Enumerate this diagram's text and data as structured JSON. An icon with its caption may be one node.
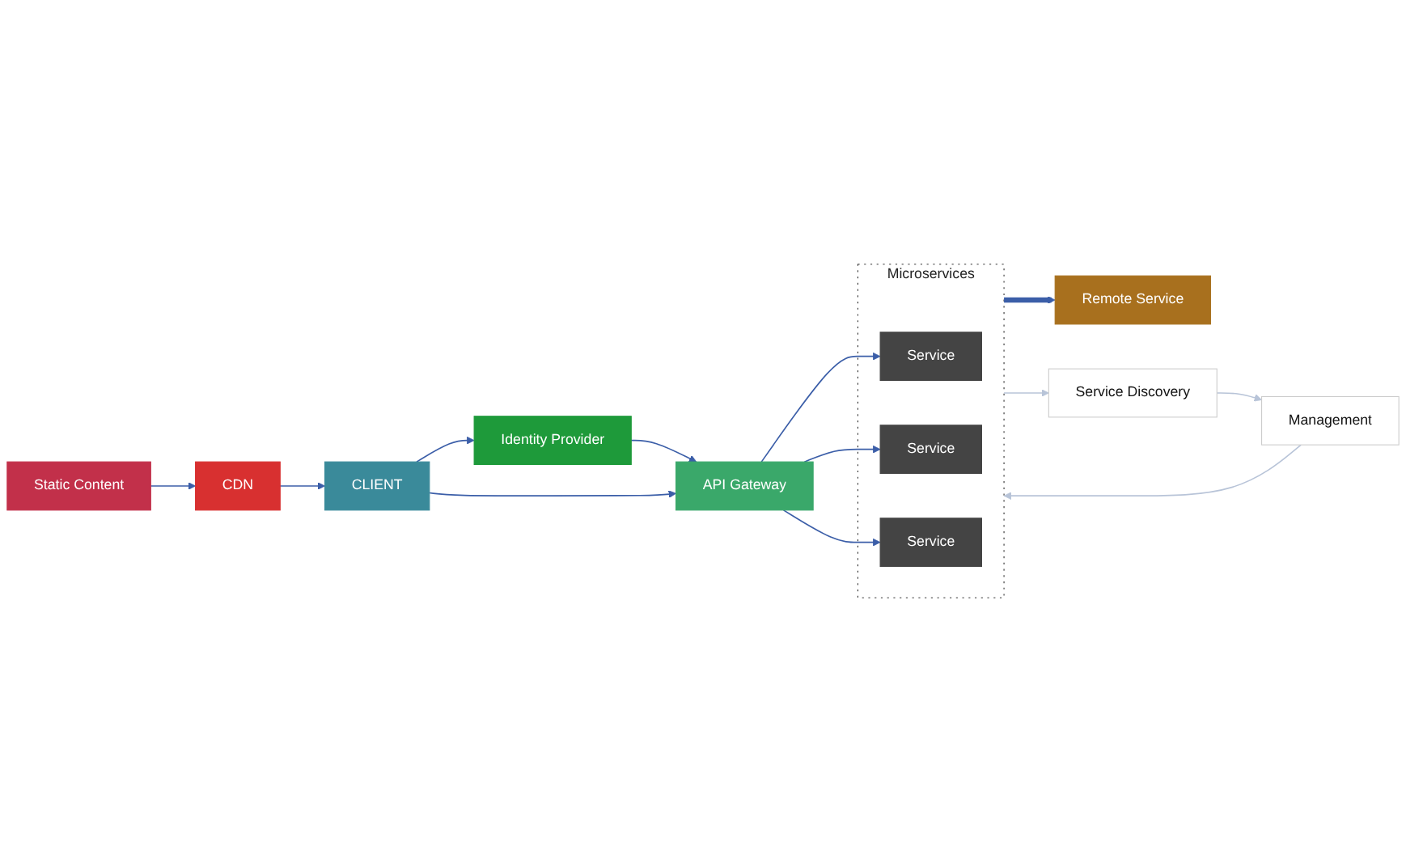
{
  "diagram": {
    "nodes": [
      {
        "text": [
          "CLIENT"
        ]
      },
      {
        "text": [
          "Identity Provider"
        ]
      },
      {
        "text": [
          "API Gateway"
        ]
      },
      {
        "text": [
          "Microservices"
        ]
      },
      {
        "text": [
          "Service"
        ],
        "in": 3
      },
      {
        "text": [
          "Service"
        ],
        "in": 3
      },
      {
        "text": [
          "Service"
        ],
        "in": 3
      },
      {
        "text": [
          "Remote Service"
        ]
      },
      {
        "text": [
          "CDN"
        ]
      },
      {
        "text": [
          "Static Content"
        ]
      },
      {
        "text": [
          "Management"
        ]
      },
      {
        "text": [
          "Service Discovery"
        ]
      }
    ],
    "edges": [
      {
        "from": 0,
        "to": 1,
        "arrow": "to"
      },
      {
        "from": 1,
        "to": 2,
        "arrow": "to"
      },
      {
        "from": 0,
        "to": 2,
        "arrow": "to"
      },
      {
        "from": 2,
        "to": 4,
        "arrow": "to"
      },
      {
        "from": 2,
        "to": 5,
        "arrow": "to"
      },
      {
        "from": 2,
        "to": 6,
        "arrow": "to"
      },
      {
        "from": 3,
        "to": 7,
        "arrow": "to",
        "style": "thick"
      },
      {
        "from": 9,
        "to": 8,
        "arrow": "to"
      },
      {
        "from": 8,
        "to": 0,
        "arrow": "to"
      },
      {
        "from": 10,
        "to": 3,
        "arrow": "to",
        "color": "#b8c4d8"
      },
      {
        "from": 3,
        "to": 11,
        "arrow": "to",
        "color": "#b8c4d8"
      },
      {
        "from": 11,
        "to": 10,
        "arrow": "to",
        "color": "#b8c4d8"
      }
    ]
  }
}
